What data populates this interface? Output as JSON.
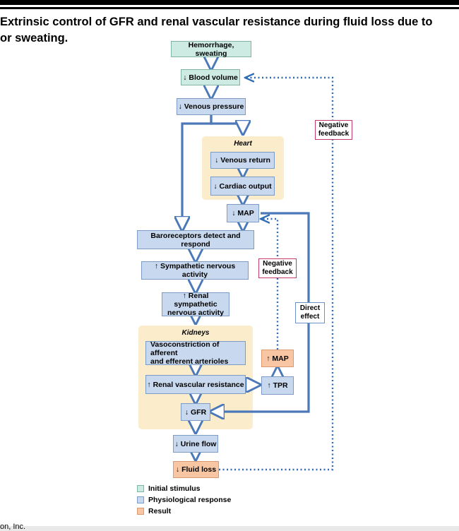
{
  "title": "Extrinsic control of GFR and renal vascular resistance during fluid loss due to\nor sweating.",
  "footer": "on, Inc.",
  "regions": {
    "heart": "Heart",
    "kidneys": "Kidneys"
  },
  "nodes": {
    "hemorrhage": "Hemorrhage, sweating",
    "blood_volume": "↓ Blood volume",
    "venous_pressure": "↓ Venous pressure",
    "venous_return": "↓ Venous return",
    "cardiac_output": "↓ Cardiac output",
    "map_down": "↓ MAP",
    "baroreceptors": "Baroreceptors detect and respond",
    "sympathetic": "↑ Sympathetic nervous activity",
    "renal_sympathetic": "↑ Renal sympathetic\nnervous activity",
    "vasoconstriction": "Vasoconstriction of afferent\nand efferent arterioles",
    "renal_resistance": "↑ Renal vascular resistance",
    "tpr_up": "↑ TPR",
    "map_up": "↑ MAP",
    "gfr_down": "↓ GFR",
    "urine_flow": "↓ Urine flow",
    "fluid_loss": "↓ Fluid loss"
  },
  "annotations": {
    "negative_feedback_outer": "Negative\nfeedback",
    "negative_feedback_inner": "Negative\nfeedback",
    "direct_effect": "Direct\neffect"
  },
  "legend": [
    {
      "label": "Initial stimulus",
      "color": "#cdeae3"
    },
    {
      "label": "Physiological response",
      "color": "#c8d8ee"
    },
    {
      "label": "Result",
      "color": "#f8c6a3"
    }
  ],
  "colors": {
    "stimulus": "#cdeae3",
    "response": "#c8d8ee",
    "result": "#f8c6a3",
    "region": "#fbeccb",
    "arrow": "#4a78b8",
    "feedback_border": "#c43a6a"
  }
}
